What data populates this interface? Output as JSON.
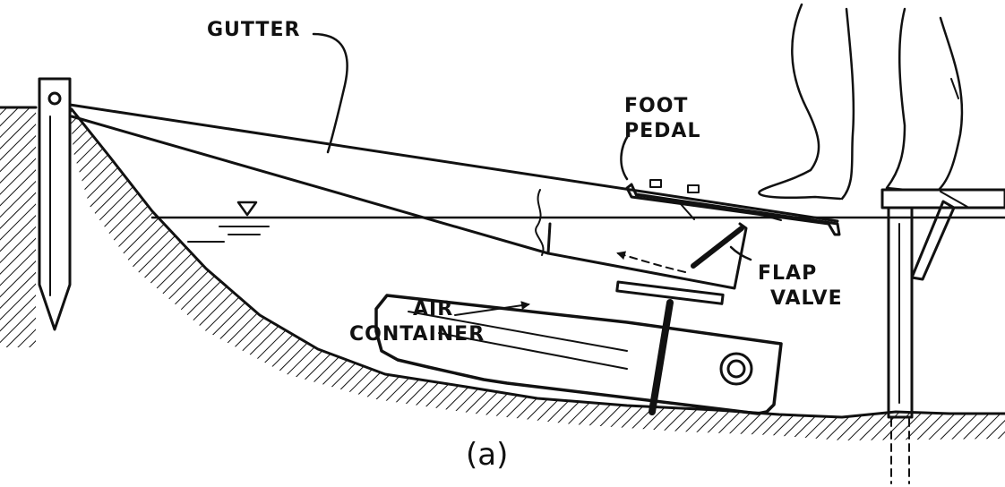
{
  "labels": {
    "gutter": "GUTTER",
    "foot_pedal_line1": "FOOT",
    "foot_pedal_line2": "PEDAL",
    "flap_valve_line1": "FLAP",
    "flap_valve_line2": "VALVE",
    "air_container_line1": "AIR",
    "air_container_line2": "CONTAINER"
  },
  "caption": "(a)",
  "colors": {
    "ink": "#111111",
    "background": "#ffffff"
  }
}
